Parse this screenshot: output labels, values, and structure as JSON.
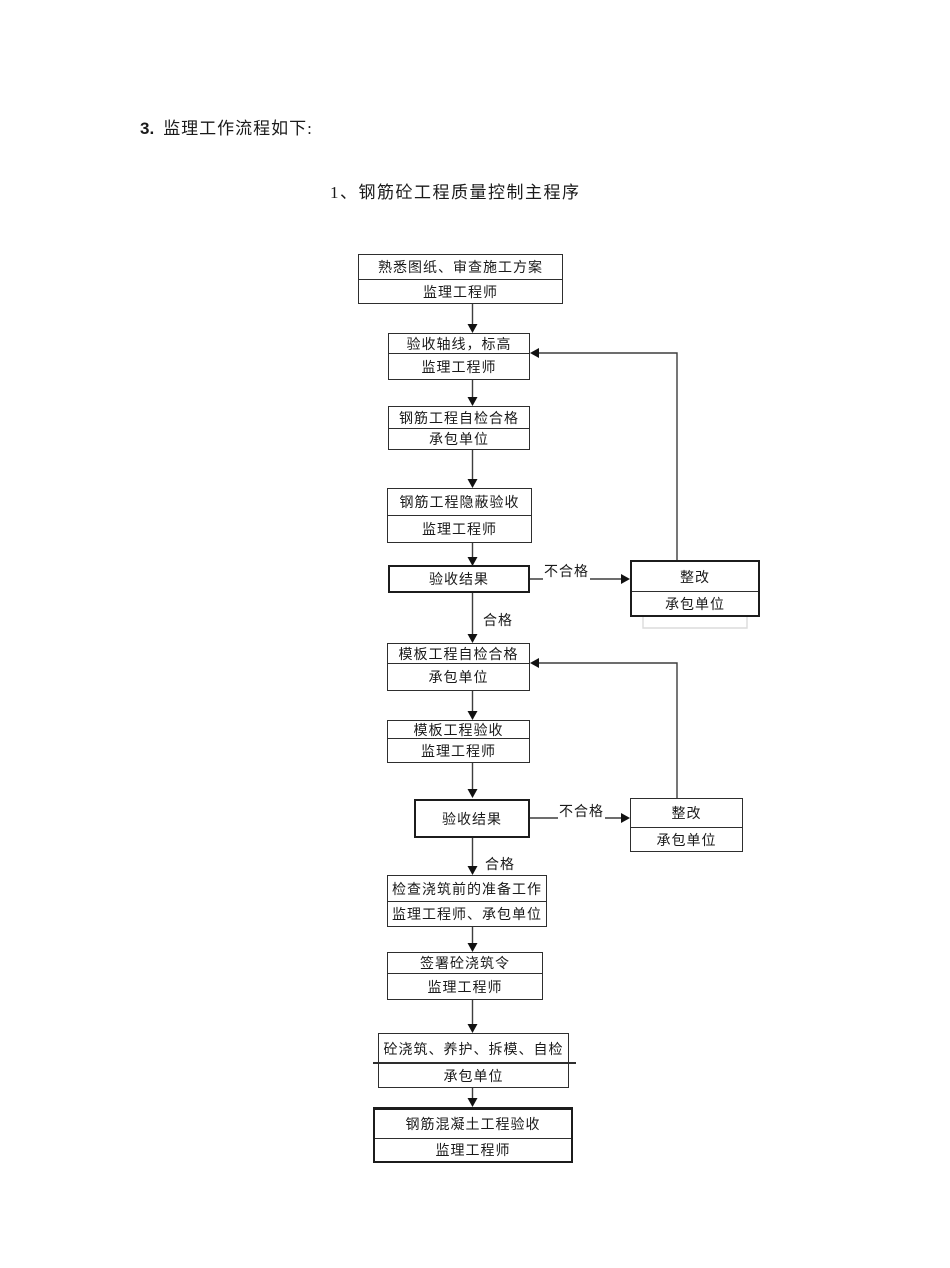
{
  "document": {
    "heading": {
      "number": "3.",
      "text": "监理工作流程如下:"
    },
    "diagram_title": "1、钢筋砼工程质量控制主程序"
  },
  "flowchart": {
    "labels": {
      "pass": "合格",
      "fail": "不合格"
    },
    "nodes": [
      {
        "title": "熟悉图纸、审查施工方案",
        "actor": "监理工程师"
      },
      {
        "title": "验收轴线，标高",
        "actor": "监理工程师"
      },
      {
        "title": "钢筋工程自检合格",
        "actor": "承包单位"
      },
      {
        "title": "钢筋工程隐蔽验收",
        "actor": "监理工程师"
      },
      {
        "title": "验收结果"
      },
      {
        "title": "整改",
        "actor": "承包单位"
      },
      {
        "title": "模板工程自检合格",
        "actor": "承包单位"
      },
      {
        "title": "模板工程验收",
        "actor": "监理工程师"
      },
      {
        "title": "验收结果"
      },
      {
        "title": "整改",
        "actor": "承包单位"
      },
      {
        "title": "检查浇筑前的准备工作",
        "actor": "监理工程师、承包单位"
      },
      {
        "title": "签署砼浇筑令",
        "actor": "监理工程师"
      },
      {
        "title": "砼浇筑、养护、拆模、自检",
        "actor": "承包单位"
      },
      {
        "title": "钢筋混凝土工程验收",
        "actor": "监理工程师"
      }
    ]
  }
}
